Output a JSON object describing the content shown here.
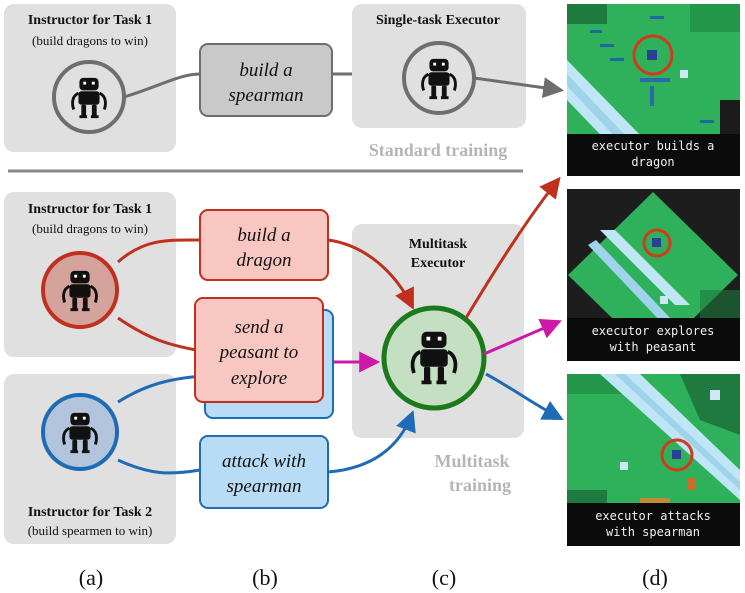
{
  "top": {
    "instructor_title": "Instructor for Task 1",
    "instructor_sub": "(build dragons to win)",
    "command_line1": "build a",
    "command_line2": "spearman",
    "executor_title": "Single-task Executor",
    "section_label": "Standard training"
  },
  "bottom": {
    "instructor1_title": "Instructor for Task 1",
    "instructor1_sub": "(build dragons to win)",
    "instructor2_title": "Instructor for Task 2",
    "instructor2_sub": "(build spearmen to win)",
    "cmd1_line1": "build a",
    "cmd1_line2": "dragon",
    "cmd2_line1": "send a",
    "cmd2_line2": "peasant to",
    "cmd2_line3": "explore",
    "cmd3_line1": "attack with",
    "cmd3_line2": "spearman",
    "executor_title_line1": "Multitask",
    "executor_title_line2": "Executor",
    "section_label_line1": "Multitask",
    "section_label_line2": "training"
  },
  "panels": {
    "p1_line1": "executor builds a",
    "p1_line2": "dragon",
    "p2_line1": "executor explores",
    "p2_line2": "with peasant",
    "p3_line1": "executor attacks",
    "p3_line2": "with spearman"
  },
  "captions": [
    "(a)",
    "(b)",
    "(c)",
    "(d)"
  ],
  "colors": {
    "gray_box": "#e0e0e0",
    "red": "#c0301e",
    "blue": "#1f6bb5",
    "green": "#1b7a1b",
    "magenta": "#cc1aa6",
    "gray_arrow": "#707070"
  }
}
